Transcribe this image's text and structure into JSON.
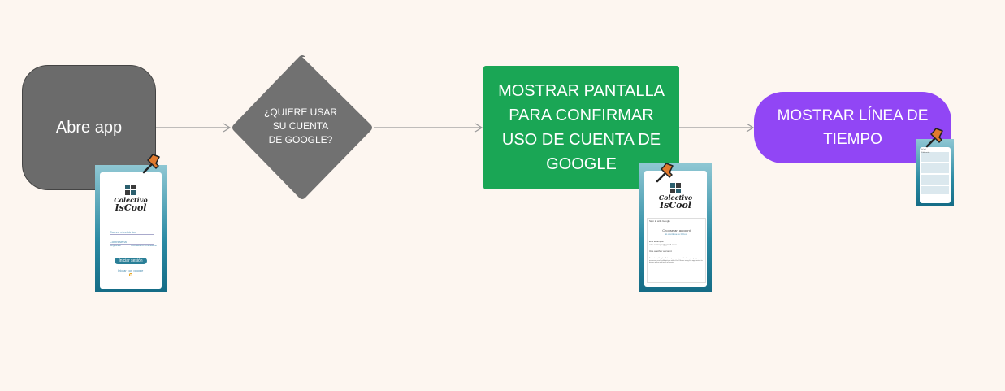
{
  "nodes": {
    "start": {
      "label": "Abre app"
    },
    "decision": {
      "label_lines": [
        "¿QUIERE USAR",
        "SU CUENTA",
        "DE GOOGLE?"
      ]
    },
    "confirm": {
      "label_lines": [
        "MOSTRAR PANTALLA",
        "PARA CONFIRMAR",
        "USO DE CUENTA DE",
        "GOOGLE"
      ]
    },
    "timeline": {
      "label_lines": [
        "MOSTRAR LÍNEA DE",
        "TIEMPO"
      ]
    }
  },
  "colors": {
    "background": "#fdf6f0",
    "start": "#6b6b6b",
    "decision": "#717171",
    "confirm": "#1aa655",
    "timeline": "#9146f5",
    "connector": "#9a9a9a"
  },
  "mockups": {
    "login": {
      "logo_line1": "Colectivo",
      "logo_line2": "IsCool",
      "email_label": "Correo electrónico",
      "password_label": "Contraseña",
      "register_link": "Regístrate",
      "forgot_link": "Olvidaste tu contraseña",
      "login_button": "Iniciar sesión",
      "google_link": "Iniciar con google",
      "google_icon": "google-g-icon"
    },
    "google_confirm": {
      "logo_line1": "Colectivo",
      "logo_line2": "IsCool",
      "header": "Sign in with Google",
      "choose_title": "Choose an account",
      "choose_subtitle": "to continue to IsCool",
      "account_name": "Erik Example",
      "account_email": "erik.example@gmail.com",
      "use_another": "Use another account",
      "footer": "To continue, Google will share your name, email address, language preference and profile picture with IsCool. Before using this app, review its privacy policy and terms of service."
    },
    "timeline_preview": {
      "title": "IsCool",
      "post_title": "Publicación"
    }
  },
  "pin_icon": "pushpin-icon"
}
